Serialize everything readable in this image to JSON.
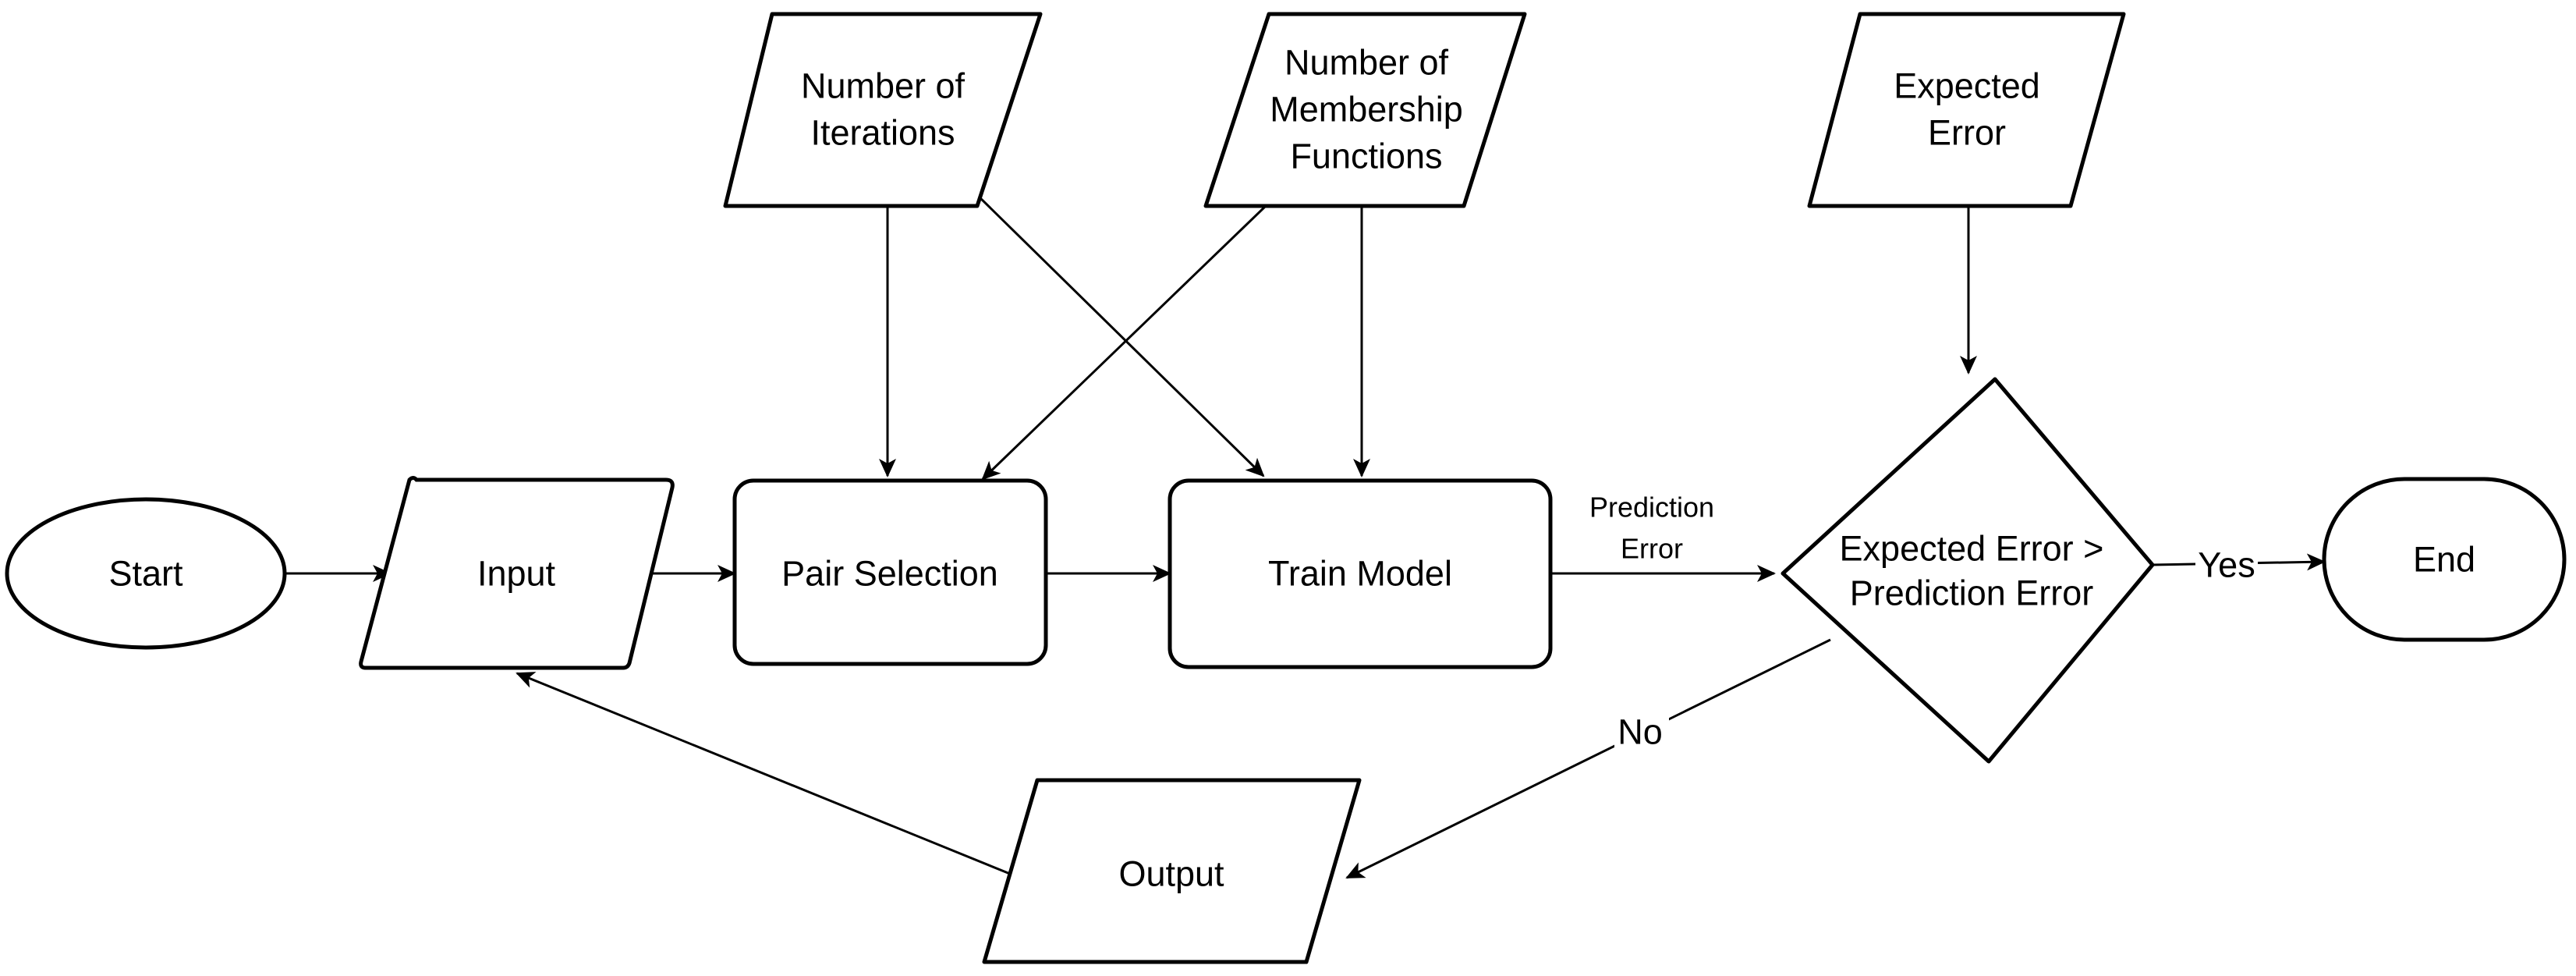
{
  "nodes": {
    "start": "Start",
    "input": "Input",
    "pair_selection": "Pair Selection",
    "train_model": "Train Model",
    "decision": [
      "Expected Error >",
      "Prediction Error"
    ],
    "end": "End",
    "output": "Output",
    "iterations": [
      "Number of",
      "Iterations"
    ],
    "membership": [
      "Number of",
      "Membership",
      "Functions"
    ],
    "expected_error": [
      "Expected",
      "Error"
    ]
  },
  "edge_labels": {
    "prediction_error": [
      "Prediction",
      "Error"
    ],
    "yes": "Yes",
    "no": "No"
  }
}
